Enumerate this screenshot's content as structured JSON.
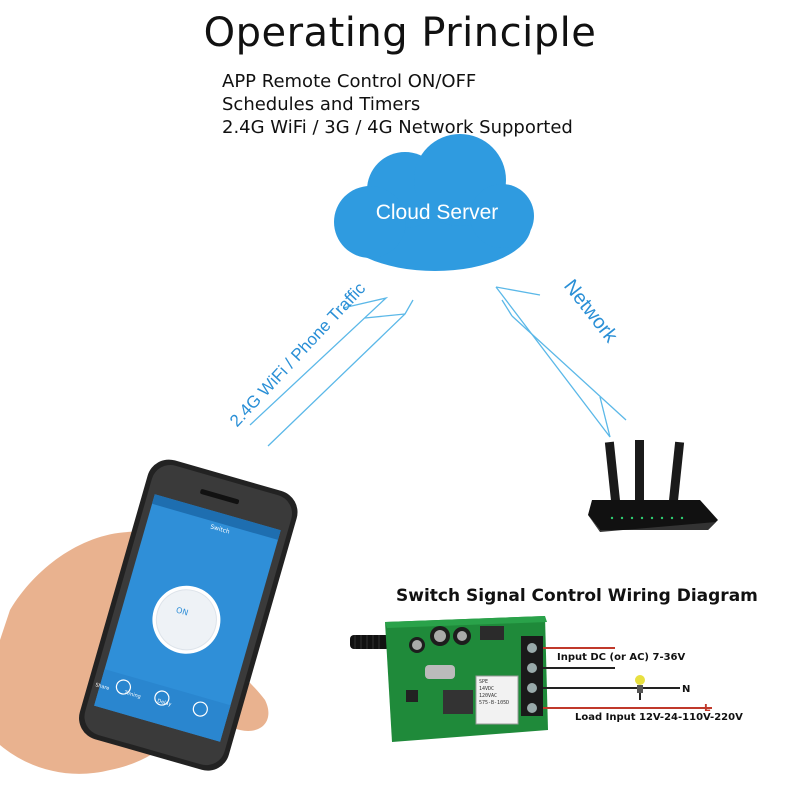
{
  "title": "Operating Principle",
  "features": [
    "APP Remote Control ON/OFF",
    "Schedules and Timers",
    "2.4G WiFi / 3G / 4G Network Supported"
  ],
  "cloud": {
    "label": "Cloud Server",
    "color": "#2f9be0"
  },
  "links": {
    "phone_to_cloud": "2.4G WiFi / Phone Traffic",
    "cloud_to_router": "Network",
    "arrow_color": "#5bb8e8"
  },
  "phone": {
    "app_title": "Switch",
    "power_label": "ON",
    "bottom_tabs": [
      "Share",
      "Timing",
      "Delay"
    ],
    "screen_color": "#2f8fd8"
  },
  "wiring": {
    "title": "Switch Signal Control Wiring Diagram",
    "input_label": "Input DC (or AC) 7-36V",
    "n_label": "N",
    "l_label": "L",
    "load_label": "Load Input 12V-24-110V-220V",
    "relay_text": [
      "SPE",
      "14VDC",
      "120VAC",
      "575-B-105D"
    ]
  }
}
